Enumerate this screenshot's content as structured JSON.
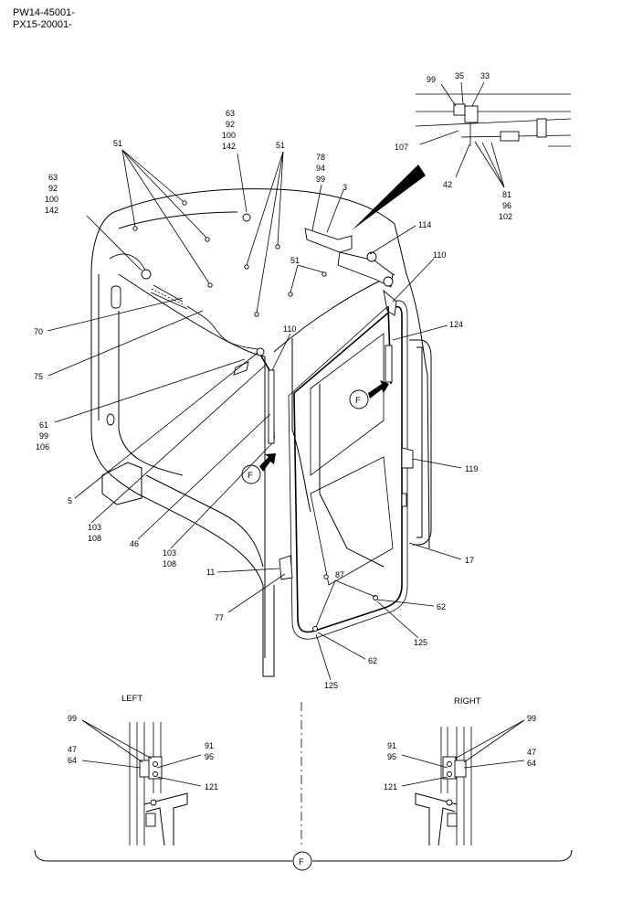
{
  "header": {
    "serial_lines": [
      "PW14-45001-",
      "PX15-20001-"
    ]
  },
  "detail_view_marker": "F",
  "panels": {
    "left_title": "LEFT",
    "right_title": "RIGHT"
  },
  "callouts": {
    "c99": "99",
    "c35": "35",
    "c33": "33",
    "c107": "107",
    "c42": "42",
    "c81_96_102": [
      "81",
      "96",
      "102"
    ],
    "c63_92_100_142_top": [
      "63",
      "92",
      "100",
      "142"
    ],
    "c51_a": "51",
    "c51_b": "51",
    "c51_c": "51",
    "c78_94_99": [
      "78",
      "94",
      "99"
    ],
    "c3": "3",
    "c63_92_100_142_left": [
      "63",
      "92",
      "100",
      "142"
    ],
    "c114": "114",
    "c110_r": "110",
    "c110_m": "110",
    "c124": "124",
    "c70": "70",
    "c75": "75",
    "c61_99_106": [
      "61",
      "99",
      "106"
    ],
    "c5": "5",
    "c103_108_a": [
      "103",
      "108"
    ],
    "c46": "46",
    "c103_108_b": [
      "103",
      "108"
    ],
    "c119": "119",
    "c17": "17",
    "c11": "11",
    "c77": "77",
    "c87": "87",
    "c62_a": "62",
    "c125_a": "125",
    "c62_b": "62",
    "c125_b": "125",
    "left_99": "99",
    "left_47_64": [
      "47",
      "64"
    ],
    "left_91_95": [
      "91",
      "95"
    ],
    "left_121": "121",
    "right_99": "99",
    "right_47_64": [
      "47",
      "64"
    ],
    "right_91_95": [
      "91",
      "95"
    ],
    "right_121": "121"
  }
}
